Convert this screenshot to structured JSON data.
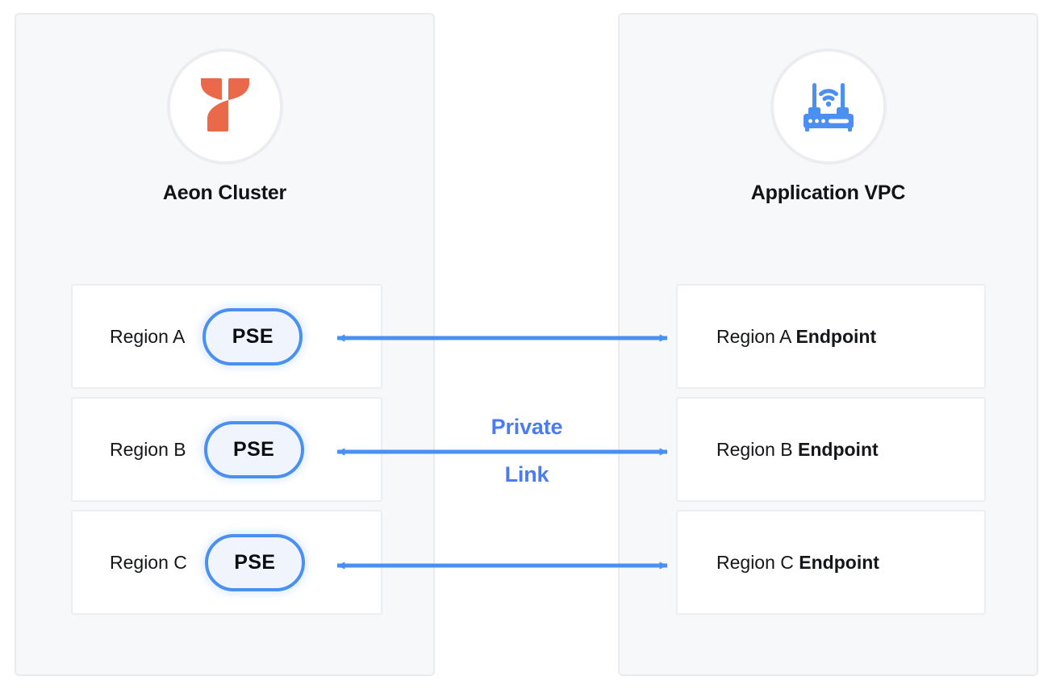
{
  "diagram": {
    "title": "Aeon Cluster to Application VPC Private Link",
    "colors": {
      "accent_blue": "#4a90f2",
      "label_blue": "#4a7bf2",
      "logo_orange": "#e9694a",
      "panel_bg": "#f7f8fa",
      "panel_border": "#e9ebef",
      "box_border": "#eceef2",
      "pill_fill": "#f0f5fd",
      "text_dark": "#14161a"
    }
  },
  "left_zone": {
    "title": "Aeon Cluster",
    "icon": "aeon-logo-icon",
    "rows": [
      {
        "region": "Region A",
        "node": "PSE"
      },
      {
        "region": "Region B",
        "node": "PSE"
      },
      {
        "region": "Region C",
        "node": "PSE"
      }
    ]
  },
  "right_zone": {
    "title": "Application VPC",
    "icon": "router-wifi-icon",
    "rows": [
      {
        "region": "Region A ",
        "suffix": "Endpoint"
      },
      {
        "region": "Region B ",
        "suffix": "Endpoint"
      },
      {
        "region": "Region C ",
        "suffix": "Endpoint"
      }
    ]
  },
  "connector": {
    "label_line1": "Private",
    "label_line2": "Link",
    "kind": "double-headed-arrow",
    "count": 3
  }
}
